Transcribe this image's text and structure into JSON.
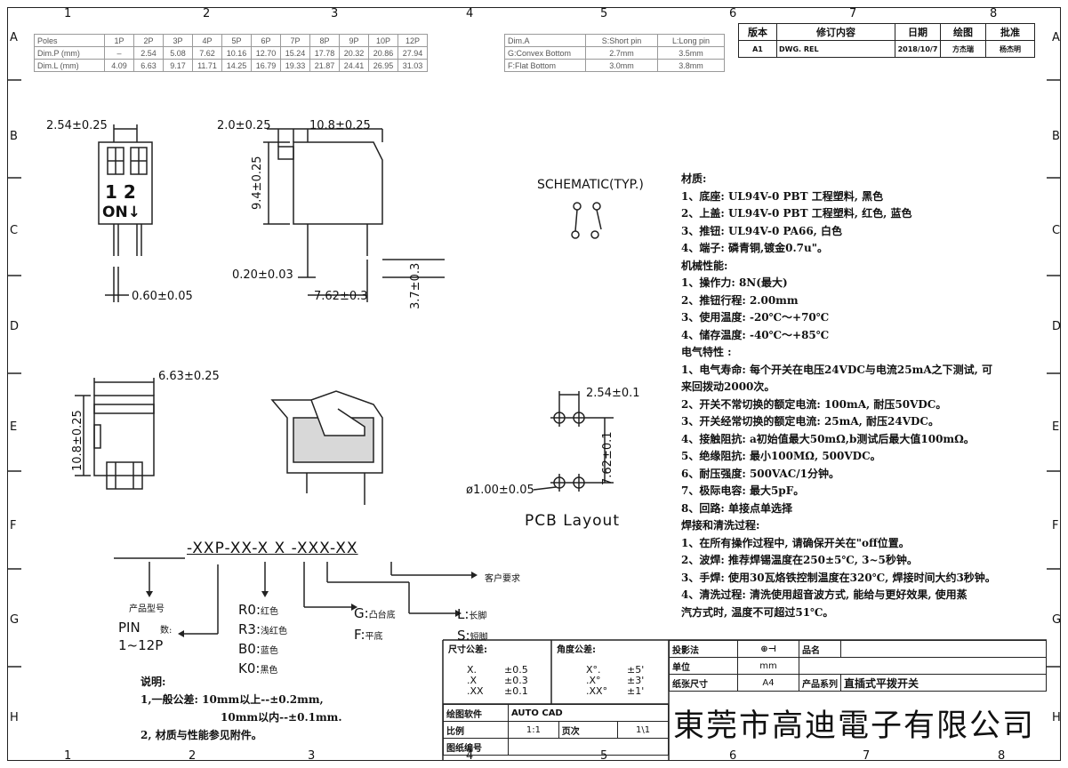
{
  "zones": {
    "top_numbers": [
      "1",
      "2",
      "3",
      "4",
      "5",
      "6",
      "7",
      "8"
    ],
    "side_letters": [
      "A",
      "B",
      "C",
      "D",
      "E",
      "F",
      "G",
      "H"
    ]
  },
  "poles_table": {
    "rows": [
      [
        "Poles",
        "1P",
        "2P",
        "3P",
        "4P",
        "5P",
        "6P",
        "7P",
        "8P",
        "9P",
        "10P",
        "12P"
      ],
      [
        "Dim.P (mm)",
        "–",
        "2.54",
        "5.08",
        "7.62",
        "10.16",
        "12.70",
        "15.24",
        "17.78",
        "20.32",
        "20.86",
        "27.94"
      ],
      [
        "Dim.L (mm)",
        "4.09",
        "6.63",
        "9.17",
        "11.71",
        "14.25",
        "16.79",
        "19.33",
        "21.87",
        "24.41",
        "26.95",
        "31.03"
      ]
    ]
  },
  "pin_table": {
    "rows": [
      [
        "Dim.A",
        "S:Short pin",
        "L:Long pin"
      ],
      [
        "G:Convex Bottom",
        "2.7mm",
        "3.5mm"
      ],
      [
        "F:Flat Bottom",
        "3.0mm",
        "3.8mm"
      ]
    ]
  },
  "revision_table": {
    "headers": [
      "版本",
      "修订内容",
      "日期",
      "绘图",
      "批准"
    ],
    "row": [
      "A1",
      "DWG. REL",
      "2018/10/7",
      "方杰瑞",
      "杨杰明"
    ]
  },
  "dimensions": {
    "top_view_pitch": "2.54±0.25",
    "top_view_pin": "0.60±0.05",
    "switch_labels": [
      "1",
      "2"
    ],
    "switch_on": "ON",
    "switch_arrow": "↓",
    "side_offset": "2.0±0.25",
    "side_width": "10.8±0.25",
    "side_height": "9.4±0.25",
    "side_pin": "0.20±0.03",
    "side_pin_spacing": "7.62±0.3",
    "side_pin_length": "3.7±0.3",
    "front_width": "6.63±0.25",
    "front_height": "10.8±0.25",
    "pcb_pitch": "2.54±0.1",
    "pcb_spacing": "7.62±0.1",
    "pcb_hole": "ø1.00±0.05"
  },
  "labels": {
    "schematic": "SCHEMATIC(TYP.)",
    "pcb_layout": "PCB Layout"
  },
  "spec": {
    "lines": [
      "材质:",
      "1、底座: UL94V-0 PBT 工程塑料, 黑色",
      "2、上盖: UL94V-0 PBT 工程塑料, 红色, 蓝色",
      "3、推钮: UL94V-0 PA66, 白色",
      "4、端子: 磷青铜,镀金0.7u\"。",
      "机械性能:",
      "1、操作力: 8N(最大)",
      "2、推钮行程: 2.00mm",
      "3、使用温度: -20℃～+70℃",
      "4、储存温度: -40℃～+85℃",
      "电气特性 :",
      "1、电气寿命: 每个开关在电压24VDC与电流25mA之下测试, 可",
      "    来回拨动2000次。",
      "2、开关不常切换的额定电流: 100mA, 耐压50VDC。",
      "3、开关经常切换的额定电流: 25mA, 耐压24VDC。",
      "4、接触阻抗: a初始值最大50mΩ,b测试后最大值100mΩ。",
      "5、绝缘阻抗: 最小100MΩ, 500VDC。",
      "6、耐压强度: 500VAC/1分钟。",
      "7、极际电容: 最大5pF。",
      "8、回路: 单接点单选择",
      "焊接和清洗过程:",
      "1、在所有操作过程中, 请确保开关在\"off位置。",
      "2、波焊: 推荐焊锡温度在250±5℃, 3~5秒钟。",
      "3、手焊: 使用30瓦烙铁控制温度在320℃, 焊接时间大约3秒钟。",
      "4、清洗过程: 清洗使用超音波方式, 能给与更好效果, 使用蒸",
      "    汽方式时, 温度不可超过51℃。"
    ]
  },
  "part_code": {
    "code": "-XXP-XX-X X -XXX-XX",
    "product_model": "产品型号",
    "pin_label": "PIN",
    "pin_count_label": "数:",
    "pin_range": "1~12P",
    "colors": [
      {
        "code": "R0:",
        "name": "红色"
      },
      {
        "code": "R3:",
        "name": "浅红色"
      },
      {
        "code": "B0:",
        "name": "蓝色"
      },
      {
        "code": "K0:",
        "name": "黑色"
      }
    ],
    "bottom": [
      {
        "code": "G:",
        "name": "凸台底"
      },
      {
        "code": "F:",
        "name": "平底"
      }
    ],
    "pin_len": [
      {
        "code": "L:",
        "name": "长脚"
      },
      {
        "code": "S:",
        "name": "短脚"
      }
    ],
    "customer": "客户要求"
  },
  "notes": {
    "title": "说明:",
    "line1": "1,一般公差: 10mm以上--±0.2mm,",
    "line2": "10mm以内--±0.1mm.",
    "line3": "2, 材质与性能参见附件。"
  },
  "title_block": {
    "size_tol": "尺寸公差:",
    "angle_tol": "角度公差:",
    "tol_rows": [
      [
        "X.",
        "±0.5",
        "X°.",
        "±5'"
      ],
      [
        ".X",
        "±0.3",
        ".X°",
        "±3'"
      ],
      [
        ".XX",
        "±0.1",
        ".XX°",
        "±1'"
      ]
    ],
    "projection": "投影法",
    "part_name": "品名",
    "unit_label": "单位",
    "unit": "mm",
    "paper_label": "纸张尺寸",
    "paper": "A4",
    "series_label": "产品系列",
    "series": "直插式平拨开关",
    "software_label": "绘图软件",
    "software": "AUTO CAD",
    "scale_label": "比例",
    "scale": "1:1",
    "page_label": "页次",
    "page": "1\\1",
    "drawing_no_label": "图纸编号",
    "company": "東莞市高迪電子有限公司"
  }
}
